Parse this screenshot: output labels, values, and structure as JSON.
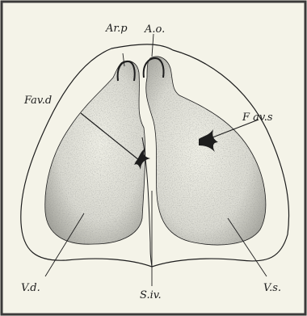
{
  "figure": {
    "labels": {
      "ar_p": "Ar.p",
      "a_o": "A.o.",
      "fav_d": "Fav.d",
      "favs": "F av.s",
      "vd": "V.d.",
      "vs": "V.s.",
      "siv": "S.iv."
    },
    "colors": {
      "paper": "#f4f3e8",
      "ink": "#1d1d1d",
      "stipple": "#8a8a84"
    }
  }
}
